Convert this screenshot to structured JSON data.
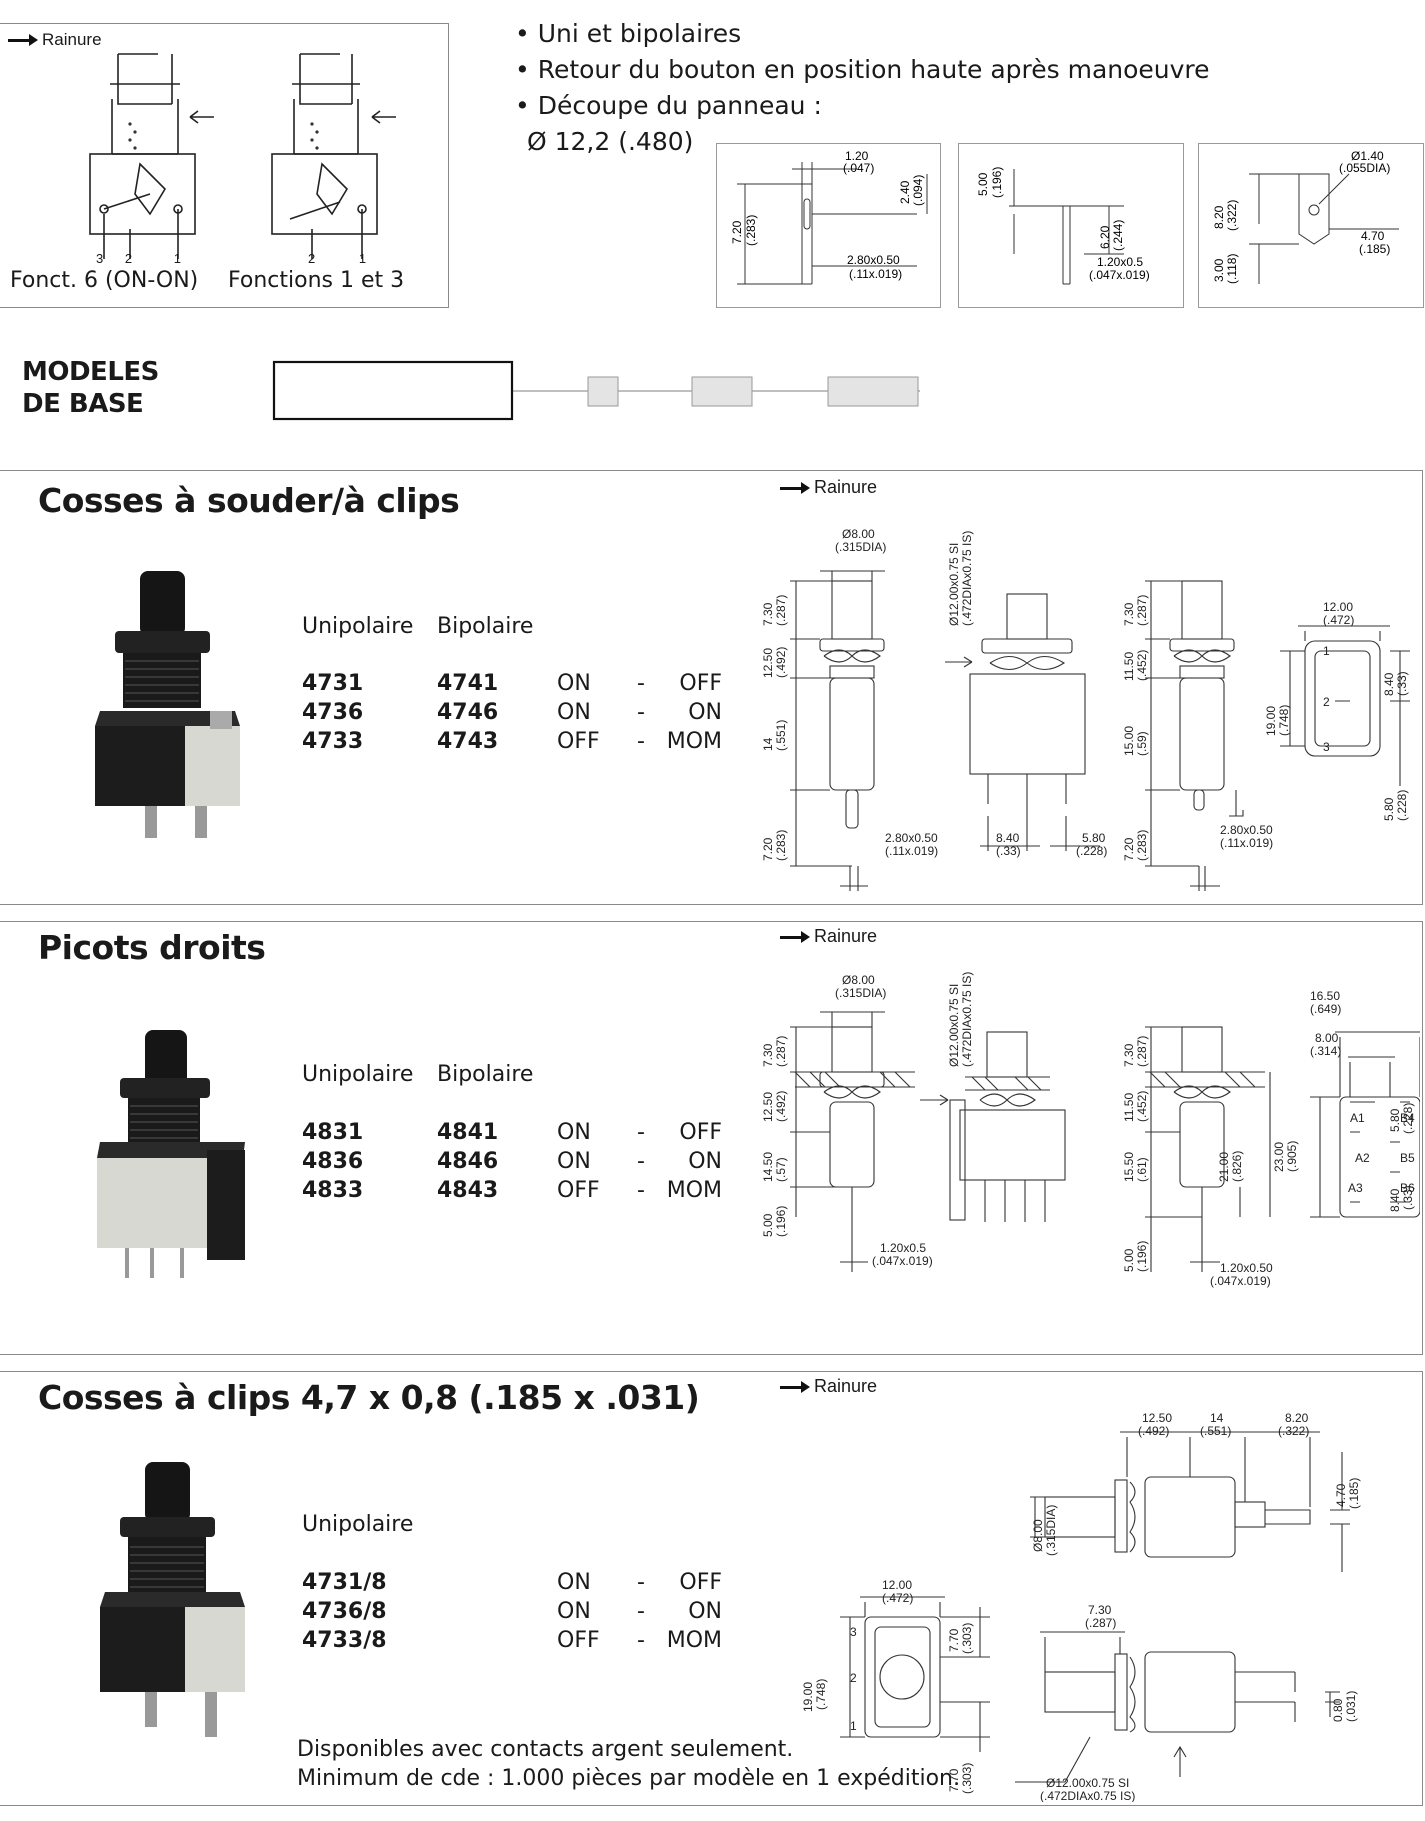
{
  "top_diagram": {
    "rainure_label": "Rainure",
    "caption_left": "Fonct. 6 (ON-ON)",
    "caption_right": "Fonctions 1 et 3",
    "terminals_left": [
      "3",
      "2",
      "1"
    ],
    "terminals_right": [
      "2",
      "1"
    ]
  },
  "features": [
    "• Uni et bipolaires",
    "• Retour du bouton en position haute après manoeuvre",
    "• Découpe du panneau :",
    "Ø 12,2 (.480)"
  ],
  "panel_dims": {
    "box1": [
      "1.20",
      "(.047)",
      "2.40",
      "(.094)",
      "7.20",
      "(.283)",
      "2.80x0.50",
      "(.11x.019)"
    ],
    "box2": [
      "5.00",
      "(.196)",
      "6.20",
      "(.244)",
      "1.20x0.5",
      "(.047x.019)"
    ],
    "box3": [
      "Ø1.40",
      "(.055DIA)",
      "8.20",
      "(.322)",
      "4.70",
      "(.185)",
      "3.00",
      "(.118)"
    ]
  },
  "models_label": [
    "MODELES",
    "DE BASE"
  ],
  "sections": [
    {
      "title": "Cosses à souder/à clips",
      "rainure": "Rainure",
      "headers": [
        "Unipolaire",
        "Bipolaire"
      ],
      "rows": [
        {
          "uni": "4731",
          "bi": "4741",
          "s1": "ON",
          "dash": "-",
          "s2": "OFF"
        },
        {
          "uni": "4736",
          "bi": "4746",
          "s1": "ON",
          "dash": "-",
          "s2": "ON"
        },
        {
          "uni": "4733",
          "bi": "4743",
          "s1": "OFF",
          "dash": "-",
          "s2": "MOM"
        }
      ],
      "dims": {
        "dia": [
          "Ø8.00",
          "(.315DIA)"
        ],
        "thread": [
          "Ø12.00x0.75 SI",
          "(.472DIAx0.75 IS)"
        ],
        "v1": [
          "7.30",
          "(.287)"
        ],
        "v2": [
          "12.50",
          "(.492)"
        ],
        "v3": [
          "14",
          "(.551)"
        ],
        "v4": [
          "7.20",
          "(.283)"
        ],
        "term": [
          "2.80x0.50",
          "(.11x.019)"
        ],
        "spacing": [
          "8.40",
          "(.33)"
        ],
        "side": [
          "5.80",
          "(.228)"
        ],
        "r1": [
          "7.30",
          "(.287)"
        ],
        "r2": [
          "11.50",
          "(.452)"
        ],
        "r3": [
          "15.00",
          "(.59)"
        ],
        "r4": [
          "7.20",
          "(.283)"
        ],
        "term2": [
          "2.80x0.50",
          "(.11x.019)"
        ],
        "width": [
          "12.00",
          "(.472)"
        ],
        "height": [
          "19.00",
          "(.748)"
        ],
        "pitch": [
          "8.40",
          "(.33)"
        ],
        "bottom": [
          "5.80",
          "(.228)"
        ],
        "pins": [
          "1",
          "2",
          "3"
        ]
      }
    },
    {
      "title": "Picots droits",
      "rainure": "Rainure",
      "headers": [
        "Unipolaire",
        "Bipolaire"
      ],
      "rows": [
        {
          "uni": "4831",
          "bi": "4841",
          "s1": "ON",
          "dash": "-",
          "s2": "OFF"
        },
        {
          "uni": "4836",
          "bi": "4846",
          "s1": "ON",
          "dash": "-",
          "s2": "ON"
        },
        {
          "uni": "4833",
          "bi": "4843",
          "s1": "OFF",
          "dash": "-",
          "s2": "MOM"
        }
      ],
      "dims": {
        "dia": [
          "Ø8.00",
          "(.315DIA)"
        ],
        "thread": [
          "Ø12.00x0.75 SI",
          "(.472DIAx0.75 IS)"
        ],
        "v1": [
          "7.30",
          "(.287)"
        ],
        "v2": [
          "12.50",
          "(.492)"
        ],
        "v3": [
          "14.50",
          "(.57)"
        ],
        "v4": [
          "5.00",
          "(.196)"
        ],
        "term": [
          "1.20x0.5",
          "(.047x.019)"
        ],
        "r1": [
          "7.30",
          "(.287)"
        ],
        "r2": [
          "11.50",
          "(.452)"
        ],
        "r3": [
          "15.50",
          "(.61)"
        ],
        "r4": [
          "5.00",
          "(.196)"
        ],
        "r5": [
          "23.00",
          "(.905)"
        ],
        "term2": [
          "1.20x0.50",
          "(.047x.019)"
        ],
        "w1": [
          "16.50",
          "(.649)"
        ],
        "w2": [
          "8.00",
          "(.314)"
        ],
        "h1": [
          "21.00",
          "(.826)"
        ],
        "s1": [
          "5.80",
          "(.228)"
        ],
        "s2": [
          "8.40",
          "(.33)"
        ],
        "pins": [
          "A1",
          "B4",
          "B5",
          "A2",
          "A3",
          "B6"
        ]
      }
    },
    {
      "title": "Cosses à clips 4,7 x 0,8 (.185 x .031)",
      "rainure": "Rainure",
      "headers": [
        "Unipolaire"
      ],
      "rows": [
        {
          "uni": "4731/8",
          "s1": "ON",
          "dash": "-",
          "s2": "OFF"
        },
        {
          "uni": "4736/8",
          "s1": "ON",
          "dash": "-",
          "s2": "ON"
        },
        {
          "uni": "4733/8",
          "s1": "OFF",
          "dash": "-",
          "s2": "MOM"
        }
      ],
      "notes": [
        "Disponibles avec contacts argent seulement.",
        "Minimum de cde : 1.000 pièces par modèle en 1 expédition."
      ],
      "dims": {
        "top": [
          "12.50",
          "(.492)",
          "14",
          "(.551)",
          "8.20",
          "(.322)"
        ],
        "side_h": [
          "4.70",
          "(.185)"
        ],
        "dia": [
          "Ø8.00",
          "(.315DIA)"
        ],
        "w": [
          "12.00",
          "(.472)"
        ],
        "h": [
          "19.00",
          "(.748)"
        ],
        "t1": [
          "7.70",
          "(.303)"
        ],
        "t2": [
          "7.70",
          "(.303)"
        ],
        "pins": [
          "3",
          "2",
          "1"
        ],
        "btn": [
          "7.30",
          "(.287)"
        ],
        "thick": [
          "0.80",
          "(.031)"
        ],
        "thread": [
          "Ø12.00x0.75 SI",
          "(.472DIAx0.75 IS)"
        ]
      }
    }
  ]
}
